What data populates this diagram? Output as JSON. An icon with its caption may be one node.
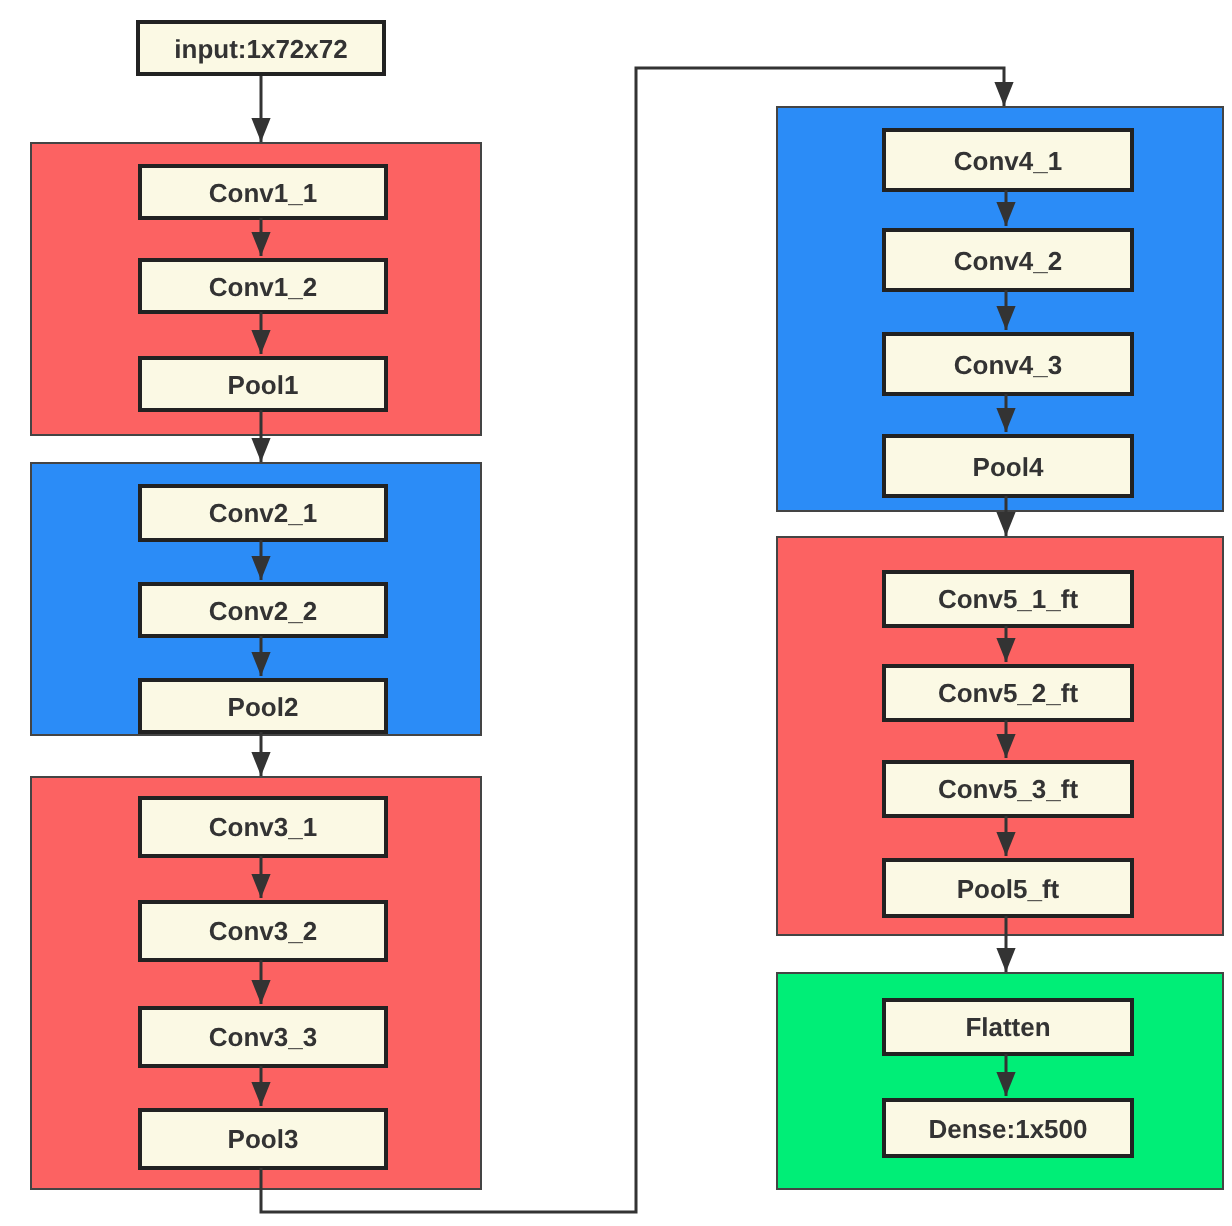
{
  "diagram": {
    "nodes": [
      {
        "text": [
          "input:1x72x72"
        ]
      },
      {
        "text": [],
        "shape": "box"
      },
      {
        "text": [
          "Conv1_1"
        ],
        "in": 1
      },
      {
        "text": [
          "Conv1_2"
        ],
        "in": 1
      },
      {
        "text": [
          "Pool1"
        ],
        "in": 1
      },
      {
        "text": [],
        "shape": "box"
      },
      {
        "text": [
          "Conv2_1"
        ],
        "in": 5
      },
      {
        "text": [
          "Conv2_2"
        ],
        "in": 5
      },
      {
        "text": [
          "Pool2"
        ],
        "in": 5
      },
      {
        "text": [],
        "shape": "box"
      },
      {
        "text": [
          "Conv3_1"
        ],
        "in": 9
      },
      {
        "text": [
          "Conv3_2"
        ],
        "in": 9
      },
      {
        "text": [
          "Conv3_3"
        ],
        "in": 9
      },
      {
        "text": [
          "Pool3"
        ],
        "in": 9
      },
      {
        "text": [],
        "shape": "box"
      },
      {
        "text": [
          "Conv4_1"
        ],
        "in": 14
      },
      {
        "text": [
          "Conv4_2"
        ],
        "in": 14
      },
      {
        "text": [
          "Conv4_3"
        ],
        "in": 14
      },
      {
        "text": [
          "Pool4"
        ],
        "in": 14
      },
      {
        "text": [],
        "shape": "box"
      },
      {
        "text": [
          "Conv5_1_ft"
        ],
        "in": 19
      },
      {
        "text": [
          "Conv5_2_ft"
        ],
        "in": 19
      },
      {
        "text": [
          "Conv5_3_ft"
        ],
        "in": 19
      },
      {
        "text": [
          "Pool5_ft"
        ],
        "in": 19
      },
      {
        "text": [],
        "shape": "box"
      },
      {
        "text": [
          "Flatten"
        ],
        "in": 24
      },
      {
        "text": [
          "Dense:1x500"
        ],
        "in": 24
      }
    ],
    "edges": [
      {
        "from": 0,
        "to": 1,
        "arrow": "to"
      },
      {
        "from": 2,
        "to": 3,
        "arrow": "to"
      },
      {
        "from": 3,
        "to": 4,
        "arrow": "to"
      },
      {
        "from": 4,
        "to": 5,
        "arrow": "to"
      },
      {
        "from": 6,
        "to": 7,
        "arrow": "to"
      },
      {
        "from": 7,
        "to": 8,
        "arrow": "to"
      },
      {
        "from": 8,
        "to": 9,
        "arrow": "to"
      },
      {
        "from": 10,
        "to": 11,
        "arrow": "to"
      },
      {
        "from": 11,
        "to": 12,
        "arrow": "to"
      },
      {
        "from": 12,
        "to": 13,
        "arrow": "to"
      },
      {
        "from": 13,
        "to": 14,
        "arrow": "to"
      },
      {
        "from": 15,
        "to": 16,
        "arrow": "to"
      },
      {
        "from": 16,
        "to": 17,
        "arrow": "to"
      },
      {
        "from": 17,
        "to": 18,
        "arrow": "to"
      },
      {
        "from": 18,
        "to": 19,
        "arrow": "to"
      },
      {
        "from": 20,
        "to": 21,
        "arrow": "to"
      },
      {
        "from": 21,
        "to": 22,
        "arrow": "to"
      },
      {
        "from": 22,
        "to": 23,
        "arrow": "to"
      },
      {
        "from": 23,
        "to": 24,
        "arrow": "to"
      },
      {
        "from": 25,
        "to": 26,
        "arrow": "to"
      }
    ]
  }
}
